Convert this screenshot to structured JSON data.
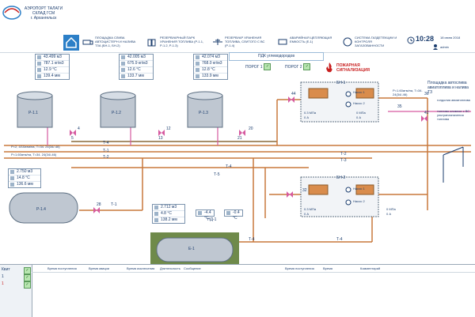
{
  "header": {
    "airport_lines": [
      "АЭРОПОРТ ТАЛАГИ",
      "СКЛАД ГСМ",
      "г. Архангельск"
    ],
    "nav": [
      {
        "label": "ПЛОЩАДКА СЛИВА АВТОЦИСТЕРН И НАЛИВА ТЗА (БН-1, БН-2)",
        "icon": "fuel-truck-icon"
      },
      {
        "label": "РЕЗЕРВУАРНЫЙ ПАРК ХРАНЕНИЯ ТОПЛИВА (Р-1.1, Р-1.2, Р-1.3)",
        "icon": "tank-farm-icon"
      },
      {
        "label": "РЕЗЕРВУАР ХРАНЕНИЯ ТОПЛИВА, СЛИТОГО С ВС (Р-1.4)",
        "icon": "aircraft-icon"
      },
      {
        "label": "АВАРИЙНАЯ ЦЕПЛЯЮЩАЯ ЕМКОСТЬ (Е-1)",
        "icon": "battery-icon"
      },
      {
        "label": "СИСТЕМА ГАЗДЕТЕКЦИИ И КОНТРОЛЯ ЗАГАЗОВАННОСТИ",
        "icon": "gas-detector-icon"
      }
    ],
    "time": "10:28",
    "date": "18 июня 2018",
    "user": "admin"
  },
  "status_bar": {
    "title": "ПДК углеводородов",
    "threshold1": "ПОРОГ 1",
    "threshold2": "ПОРОГ 2"
  },
  "fire_alarm": [
    "ПОЖАРНАЯ",
    "СИГНАЛИЗАЦИЯ"
  ],
  "tanks": [
    {
      "name": "Р-1.1",
      "readings": [
        "43.499 м3",
        "787.1 кг/м3",
        "12.9 °С",
        "139.4 мм"
      ]
    },
    {
      "name": "Р-1.2",
      "readings": [
        "42.005 м3",
        "675.9 кг/м3",
        "12.6 °С",
        "133.7 мм"
      ]
    },
    {
      "name": "Р-1.3",
      "readings": [
        "42.074 м3",
        "768.0 кг/м3",
        "12.8 °С",
        "133.9 мм"
      ]
    },
    {
      "name": "Р-1.4",
      "readings": [
        "2.750 м3",
        "14.8 °С",
        "136.6 мм"
      ]
    },
    {
      "name": "Е-1",
      "readings": [
        "2.712 м3",
        "4.8 °С",
        "138.2 мм"
      ]
    }
  ],
  "temps": [
    "-4.4 °С",
    "-0.4 °С"
  ],
  "valves": [
    "4",
    "5",
    "13",
    "12",
    "21",
    "20",
    "44",
    "35",
    "36",
    "42",
    "28",
    "32",
    "НД-1"
  ],
  "pipes": [
    "Т-1",
    "Т-2",
    "Т-3",
    "Т-4",
    "Т-5"
  ],
  "lines": [
    "Р=2, 4/10атм/на, Т=34. 24(34/-46)",
    "Р=1.60атм/на, Т=34. 24(34/-46)",
    "Р=1.60атм/на, Т=34. 24(34/-46)"
  ],
  "bn1": {
    "name": "БН-1",
    "pump1": "Насос 1",
    "pump2": "Насос 2",
    "p1": "0.3 МПа",
    "p2": "0 А",
    "p3": "0 МПа",
    "p4": "0 А"
  },
  "bn2": {
    "name": "БН-2",
    "pump1": "Насос 1",
    "pump2": "Насос 2",
    "p1": "0.3 МПа",
    "p2": "0 А",
    "p3": "0 МПа",
    "p4": "0 А"
  },
  "side": {
    "title": "Площадка автослива авиатоплива и налива ТЗ",
    "a": "гондолия авиатоплива",
    "b": "топливо сливное с ВС ультраназначения топлива"
  },
  "table": {
    "headers": [
      "Время поступления",
      "Время квиции",
      "Время исключения",
      "Длительность",
      "Сообщение",
      "Время поступления",
      "Время",
      "Комментарий"
    ],
    "left": [
      "Квит",
      "1",
      "1"
    ]
  },
  "colors": {
    "accent": "#2c7fc7",
    "pipe": "#c8783c",
    "pipe_pink": "#d65aa0",
    "tank": "#bfc7d1",
    "alarm": "#c81e1e"
  }
}
